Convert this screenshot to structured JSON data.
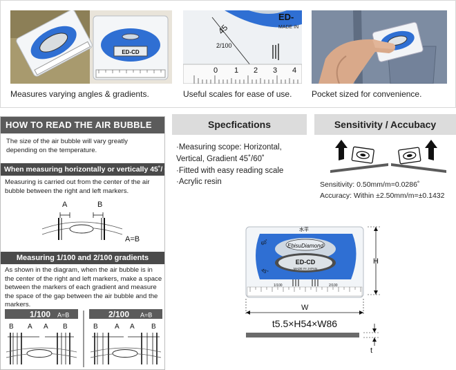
{
  "top": {
    "captions": [
      "Measures varying angles & gradients.",
      "Useful scales for ease of use.",
      "Pocket sized for convenience."
    ],
    "photo2_labels": {
      "brand_fragment": "ED-",
      "made_in": "MADE IN",
      "angle": "45",
      "gradient": "2/100",
      "scale": [
        "0",
        "1",
        "2",
        "3",
        "4"
      ]
    },
    "photo1_labels": {
      "model": "ED-CD"
    }
  },
  "bubble_guide": {
    "title": "HOW TO READ THE AIR BUBBLE",
    "intro": "The size of the air bubble will vary greatly depending on the temperature.",
    "section1_header": "When measuring horizontally or vertically 45˚/ 60˚",
    "section1_text": "Measuring is carried out from the center of the air bubble between the right and left markers.",
    "diagram1": {
      "label_a": "A",
      "label_b": "B",
      "formula": "A=B"
    },
    "section2_header": "Measuring 1/100 and 2/100 gradients",
    "section2_text": "As shown in the diagram, when the air bubble is in the center of the right and left markers, make a space between the markers of each gradient and measure the space of the gap between the air bubble and the markers.",
    "diagram2": {
      "left_title": "1/100",
      "right_title": "2/100",
      "equation": "A=B",
      "marks_left": [
        "B",
        "A",
        "A",
        "B"
      ],
      "marks_right": [
        "B",
        "A",
        "A",
        "B"
      ]
    }
  },
  "specifications": {
    "title": "Specfications",
    "lines": [
      "·Measuring scope: Horizontal,",
      "Vertical, Gradient 45˚/60˚",
      "·Fitted with easy reading scale",
      "·Acrylic resin"
    ]
  },
  "sensitivity": {
    "title": "Sensitivity / Accubacy",
    "lines": [
      "Sensitivity: 0.50mm/m=0.0286˚",
      "Accuracy: Within ±2.50mm/m=±0.1432"
    ]
  },
  "product_diagram": {
    "brand": "EbisuDiamond",
    "model": "ED-CD",
    "made_in": "MADE IN JAPAN",
    "top_label": "水平",
    "angle_60": "60˚",
    "angle_45": "45˚",
    "grad_1": "1/100",
    "grad_2": "2/100",
    "dim_h": "H",
    "dim_w": "W",
    "dim_t": "t",
    "size": "t5.5×H54×W86"
  },
  "colors": {
    "accent_blue": "#2f6fd3",
    "header_dark": "#5b5b5b",
    "header_gray": "#dcdcdc"
  }
}
